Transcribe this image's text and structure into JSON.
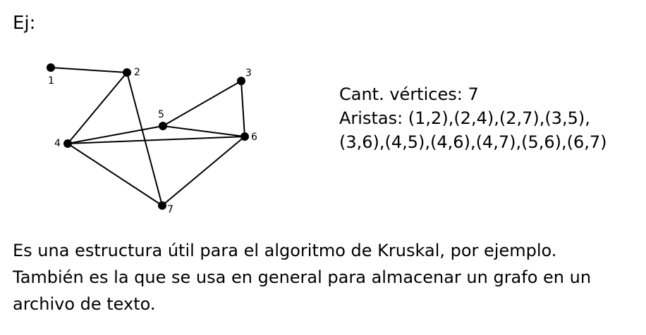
{
  "heading": "Ej:",
  "graph": {
    "nodes": [
      {
        "id": "1",
        "label": "1"
      },
      {
        "id": "2",
        "label": "2"
      },
      {
        "id": "3",
        "label": "3"
      },
      {
        "id": "4",
        "label": "4"
      },
      {
        "id": "5",
        "label": "5"
      },
      {
        "id": "6",
        "label": "6"
      },
      {
        "id": "7",
        "label": "7"
      }
    ],
    "edges": [
      [
        "1",
        "2"
      ],
      [
        "2",
        "4"
      ],
      [
        "2",
        "7"
      ],
      [
        "3",
        "5"
      ],
      [
        "3",
        "6"
      ],
      [
        "4",
        "5"
      ],
      [
        "4",
        "6"
      ],
      [
        "4",
        "7"
      ],
      [
        "5",
        "6"
      ],
      [
        "6",
        "7"
      ]
    ]
  },
  "info": {
    "vertices_line": "Cant. vértices: 7",
    "edges_line_1": "Aristas: (1,2),(2,4),(2,7),(3,5),",
    "edges_line_2": "(3,6),(4,5),(4,6),(4,7),(5,6),(6,7)"
  },
  "paragraph": {
    "line_1": "Es una estructura útil para el algoritmo de Kruskal, por ejemplo.",
    "line_2": "También es la que se usa en general para almacenar un grafo en un",
    "line_3": "archivo de texto."
  }
}
